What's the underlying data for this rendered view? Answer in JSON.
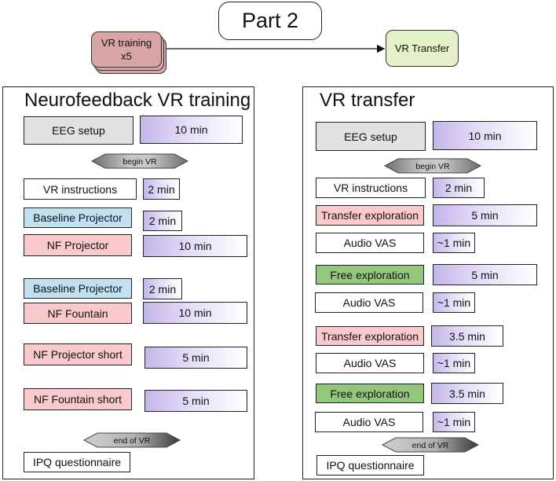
{
  "header": {
    "part_label": "Part 2",
    "training_label_line1": "VR training",
    "training_label_line2": "x5",
    "transfer_label": "VR Transfer"
  },
  "left_panel": {
    "title": "Neurofeedback VR training",
    "eeg_setup": "EEG setup",
    "eeg_time": "10 min",
    "begin_vr": "begin VR",
    "vr_instructions": "VR instructions",
    "vr_instructions_time": "2 min",
    "baseline_1": "Baseline Projector",
    "baseline_1_time": "2 min",
    "nf_projector": "NF Projector",
    "nf_projector_time": "10 min",
    "baseline_2": "Baseline Projector",
    "baseline_2_time": "2 min",
    "nf_fountain": "NF Fountain",
    "nf_fountain_time": "10 min",
    "nf_projector_short": "NF Projector short",
    "nf_projector_short_time": "5 min",
    "nf_fountain_short": "NF Fountain short",
    "nf_fountain_short_time": "5 min",
    "end_vr": "end of VR",
    "ipq": "IPQ questionnaire"
  },
  "right_panel": {
    "title": "VR transfer",
    "eeg_setup": "EEG setup",
    "eeg_time": "10 min",
    "begin_vr": "begin VR",
    "vr_instructions": "VR instructions",
    "vr_instructions_time": "2 min",
    "transfer_1": "Transfer exploration",
    "transfer_1_time": "5 min",
    "audio_vas_1": "Audio VAS",
    "audio_vas_1_time": "~1 min",
    "free_1": "Free exploration",
    "free_1_time": "5 min",
    "audio_vas_2": "Audio VAS",
    "audio_vas_2_time": "~1 min",
    "transfer_2": "Transfer exploration",
    "transfer_2_time": "3.5 min",
    "audio_vas_3": "Audio VAS",
    "audio_vas_3_time": "~1 min",
    "free_2": "Free exploration",
    "free_2_time": "3.5 min",
    "audio_vas_4": "Audio VAS",
    "audio_vas_4_time": "~1 min",
    "end_vr": "end of VR",
    "ipq": "IPQ questionnaire"
  }
}
